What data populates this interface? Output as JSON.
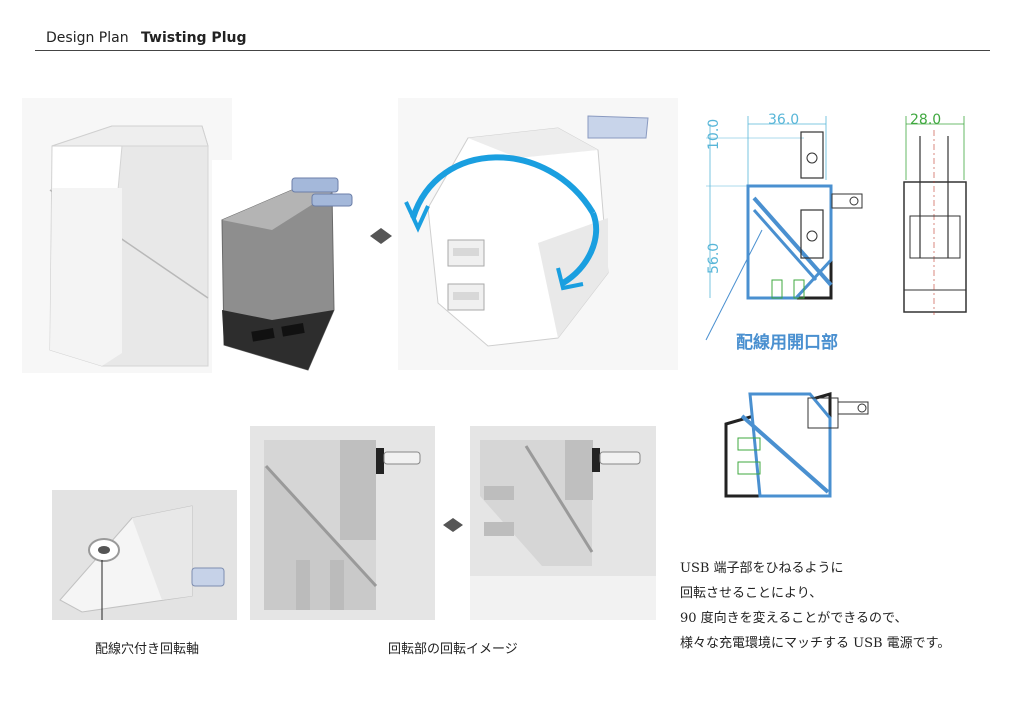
{
  "header": {
    "plan_label": "Design Plan",
    "title": "Twisting Plug"
  },
  "drawing": {
    "dim_width": "36.0",
    "dim_height_top": "10.0",
    "dim_height_body": "56.0",
    "dim_depth": "28.0",
    "callout": "配線用開口部"
  },
  "captions": {
    "axis": "配線穴付き回転軸",
    "rotation": "回転部の回転イメージ"
  },
  "description": {
    "lines": [
      "USB 端子部をひねるように",
      "回転させることにより、",
      "90 度向きを変えることができるので、",
      "様々な充電環境にマッチする USB 電源です。"
    ]
  },
  "colors": {
    "accent_blue": "#1a9fe0",
    "dim_cyan": "#58b6d8",
    "dim_green": "#3fa83f",
    "drawing_section": "#4a90d0"
  }
}
